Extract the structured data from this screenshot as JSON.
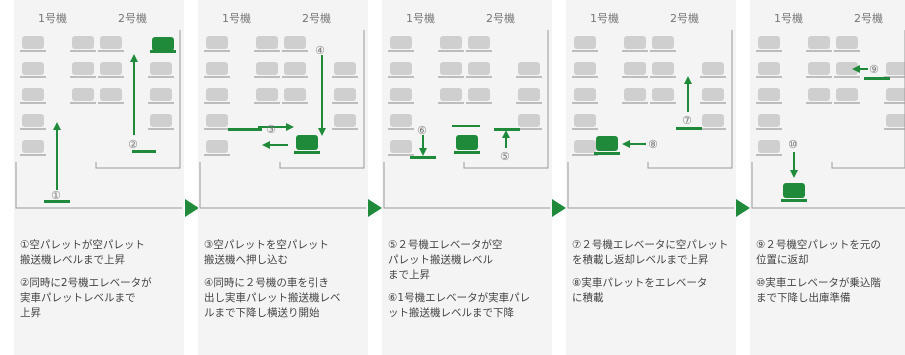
{
  "colors": {
    "accent": "#1f8a3a",
    "car": "#cfcfcf",
    "line": "#9a9a9a"
  },
  "labels": {
    "unit1": "1号機",
    "unit2": "2号機"
  },
  "steps": [
    {
      "id": 1,
      "markers": [
        "①",
        "②"
      ],
      "texts": [
        "①空パレットが空パレット\n搬送機レベルまで上昇",
        "②同時に2号機エレベータが\n実車パレットレベルまで\n上昇"
      ]
    },
    {
      "id": 2,
      "markers": [
        "③",
        "④"
      ],
      "texts": [
        "③空パレットを空パレット\n搬送機へ押し込む",
        "④同時に２号機の車を引き\n出し実車パレット搬送機レベ\nルまで下降し横送り開始"
      ]
    },
    {
      "id": 3,
      "markers": [
        "⑤",
        "⑥"
      ],
      "texts": [
        "⑤２号機エレベータが空\nパレット搬送機レベル\nまで上昇",
        "⑥1号機エレベータが実車パレ\nット搬送機レベルまで下降"
      ]
    },
    {
      "id": 4,
      "markers": [
        "⑦",
        "⑧"
      ],
      "texts": [
        "⑦２号機エレベータに空パレット\nを積載し返却レベルまで上昇",
        "⑧実車パレットをエレベータ\nに積載"
      ]
    },
    {
      "id": 5,
      "markers": [
        "⑨",
        "⑩"
      ],
      "texts": [
        "⑨２号機空パレットを元の\n位置に返却",
        "⑩実車エレベータが乗込階\nまで下降し出庫準備"
      ]
    }
  ]
}
